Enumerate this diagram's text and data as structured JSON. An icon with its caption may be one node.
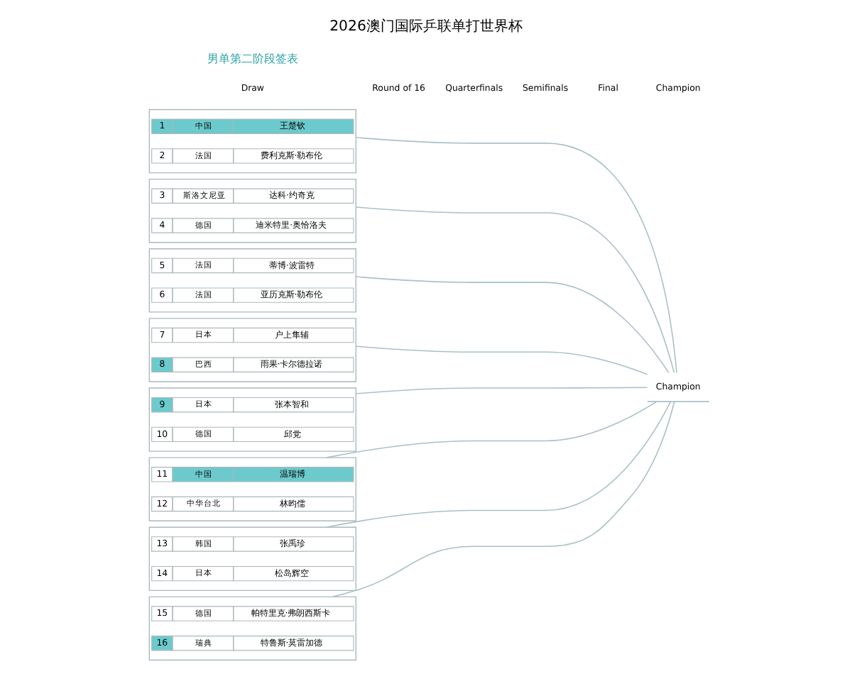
{
  "diagram": {
    "title": "2026澳门国际乒联单打世界杯",
    "nodes": [
      {
        "text": [],
        "shape": "box"
      },
      {
        "text": [
          "1",
          "中国",
          "王楚钦"
        ],
        "in": 0
      },
      {
        "text": [
          "2",
          "法国",
          "费利克斯·勒布伦"
        ],
        "in": 0
      },
      {
        "text": [],
        "shape": "box"
      },
      {
        "text": [
          "3",
          "斯洛文尼亚",
          "达科·约奇克"
        ],
        "in": 3
      },
      {
        "text": [
          "4",
          "德国",
          "迪米特里·奥恰洛夫"
        ],
        "in": 3
      },
      {
        "text": [],
        "shape": "box"
      },
      {
        "text": [
          "5",
          "法国",
          "蒂博·波雷特"
        ],
        "in": 6
      },
      {
        "text": [
          "6",
          "法国",
          "亚历克斯·勒布伦"
        ],
        "in": 6
      },
      {
        "text": [],
        "shape": "box"
      },
      {
        "text": [
          "7",
          "日本",
          "户上隼辅"
        ],
        "in": 9
      },
      {
        "text": [
          "8",
          "巴西",
          "雨果·卡尔德拉诺"
        ],
        "in": 9
      },
      {
        "text": [],
        "shape": "box"
      },
      {
        "text": [
          "9",
          "日本",
          "张本智和"
        ],
        "in": 12
      },
      {
        "text": [
          "10",
          "德国",
          "邱党"
        ],
        "in": 12
      },
      {
        "text": [],
        "shape": "box"
      },
      {
        "text": [
          "11",
          "中国",
          "温瑞博"
        ],
        "in": 15
      },
      {
        "text": [
          "12",
          "中华台北",
          "林昀儒"
        ],
        "in": 15
      },
      {
        "text": [],
        "shape": "box"
      },
      {
        "text": [
          "13",
          "韩国",
          "张禹珍"
        ],
        "in": 18
      },
      {
        "text": [
          "14",
          "日本",
          "松岛辉空"
        ],
        "in": 18
      },
      {
        "text": [],
        "shape": "box"
      },
      {
        "text": [
          "15",
          "德国",
          "帕特里克·弗朗西斯卡"
        ],
        "in": 21
      },
      {
        "text": [
          "16",
          "瑞典",
          "特鲁斯·莫雷加德"
        ],
        "in": 21
      },
      {
        "text": [
          "Champion"
        ]
      }
    ],
    "edges": [
      {
        "from": 0,
        "to": 24,
        "arrow": "none"
      },
      {
        "from": 3,
        "to": 24,
        "arrow": "none"
      },
      {
        "from": 6,
        "to": 24,
        "arrow": "none"
      },
      {
        "from": 9,
        "to": 24,
        "arrow": "none"
      },
      {
        "from": 12,
        "to": 24,
        "arrow": "none"
      },
      {
        "from": 15,
        "to": 24,
        "arrow": "none"
      },
      {
        "from": 18,
        "to": 24,
        "arrow": "none"
      },
      {
        "from": 21,
        "to": 24,
        "arrow": "none"
      }
    ],
    "labels": [
      "男单第二阶段签表",
      "Draw",
      "Round of 16",
      "Quarterfinals",
      "Semifinals",
      "Final",
      "Champion"
    ]
  }
}
